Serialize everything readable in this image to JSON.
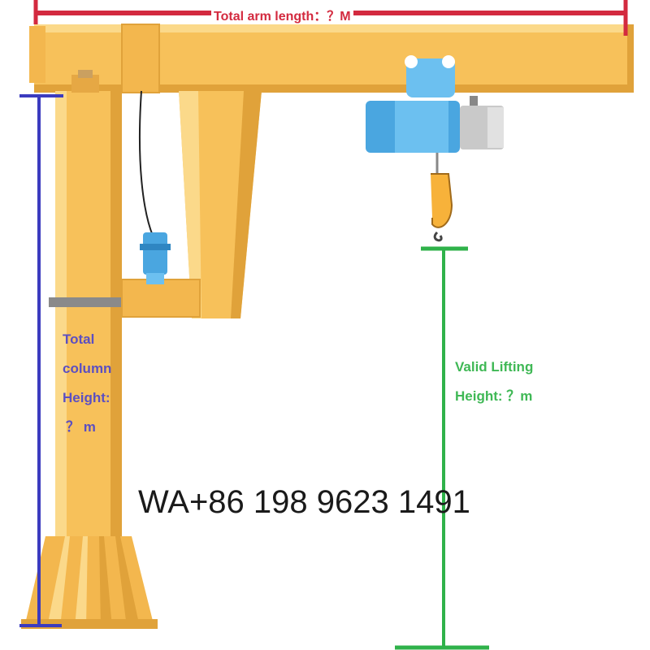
{
  "dimensions": {
    "arm": {
      "label": "Total arm length：？M",
      "color": "#d32a3f"
    },
    "column": {
      "lines": [
        "Total",
        "column",
        "Height:",
        "？ m"
      ],
      "color": "#3b3bbf",
      "text_color": "#5b4fc2"
    },
    "lifting": {
      "lines": [
        "Valid Lifting",
        "Height: ？m"
      ],
      "color": "#2fb24a",
      "text_color": "#3fb855"
    }
  },
  "watermark": "WA+86 198 9623 1491",
  "colors": {
    "steel": "#f7c15a",
    "steel_dark": "#e0a23a",
    "steel_light": "#fbd98a",
    "hoist_blue": "#4aa6e0",
    "motor_grey": "#c9c9c9"
  }
}
